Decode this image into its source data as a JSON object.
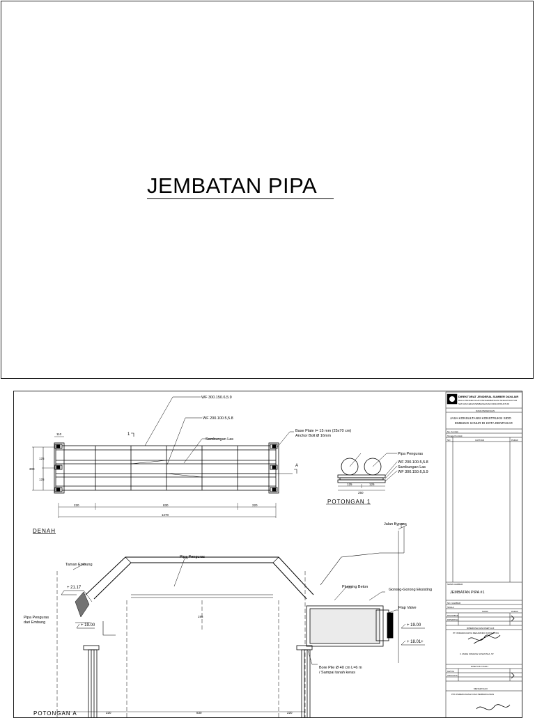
{
  "cover": {
    "title": "JEMBATAN PIPA"
  },
  "plan": {
    "label_wf_top": "WF 300.150.6,5.9",
    "label_wf_mid": "WF 200.100.5,5.8",
    "label_sambungan": "Sambungan Las",
    "label_base_plate": "Base Plate t= 15 mm (25x70 cm)",
    "label_anchor": "Anchor Bolt Ø 16mm",
    "marker_1": "1",
    "marker_a": "A",
    "dim_110": "110",
    "dim_125a": "125",
    "dim_125b": "125",
    "dim_300": "300",
    "dim_220a": "220",
    "dim_830": "830",
    "dim_220b": "220",
    "dim_1270": "1270",
    "title": "DENAH"
  },
  "section1": {
    "label_pipa": "Pipa Penguras",
    "label_wf200": "WF 200.100.5,5.8",
    "label_sambungan": "Sambungan Las",
    "label_wf300": "WF 300.150.6,5.9",
    "dim_125a": "125",
    "dim_125b": "125",
    "dim_250": "250",
    "title": "POTONGAN 1"
  },
  "sectionA": {
    "label_jalan": "Jalan Bypass",
    "label_taman": "Taman Embung",
    "label_pipa_top": "Pipa Penguras",
    "label_elev_2117": "+ 21.17",
    "label_pipa_left": "Pipa Penguras",
    "label_pipa_left2": "dari Embung",
    "label_elev_1900a": "+ 19.00",
    "label_plugging": "Plugging Beton",
    "label_gorong": "Gorong-Gorong Eksisting",
    "label_flap": "Flap Valve",
    "label_elev_1900b": "+ 19.00",
    "label_elev_1801": "+ 18.01+",
    "label_bore": "Bore Pile Ø 40 cm L=6 m",
    "label_bore2": "/ Sampai tanah keras",
    "dim_195": "195",
    "dim_220a": "220",
    "dim_830": "830",
    "dim_220b": "220",
    "title": "POTONGAN A"
  },
  "title_block": {
    "agency": "DIREKTORAT JENDERAL SUMBER DAYA AIR",
    "agency_sub": "BALAI PENGELOLAAN PENGEMBANGAN INFRASTRUKTUR",
    "agency_sub2": "SATUAN KERJA PEMBANGUNAN INFRASTRUKTUR",
    "job_label": "NAMA PEKERJAAN",
    "job_line1": "JASA KONSULTANSI KONSTRUKSI SIDD",
    "job_line2": "EMBUNG SANUR DI KOTA DENPASAR",
    "row_nomor": "No. Kontrak",
    "row_tanggal": "Tanggal Kontrak",
    "col_no": "NO",
    "col_catatan": "CATATAN",
    "col_paraf": "PARAF",
    "drawing_label": "NAMA GAMBAR",
    "drawing_title": "JEMBATAN PIPA #1",
    "no_gambar": "NO. GAMBAR",
    "skala": "SKALA",
    "nama": "NAMA",
    "paraf": "PARAF",
    "digambar": "DIGAMBAR",
    "diperiksa": "DIPERIKSA",
    "consultant_label": "DIPERIKSA DAN DISETUJUI",
    "consultant": "PT. WIRAWA KARYA MEKARINDO KONSULTAN",
    "signer": "Ir. MADE KOMANG SUSANTHA, ST",
    "approve_label": "DISETUJUI OLEH",
    "ketua": "KETUA",
    "anggota": "ANGGOTA",
    "bottom_label": "MENGETAHUI",
    "bottom_org": "PPK PERENCANAAN DAN PEMBANGUNAN"
  }
}
